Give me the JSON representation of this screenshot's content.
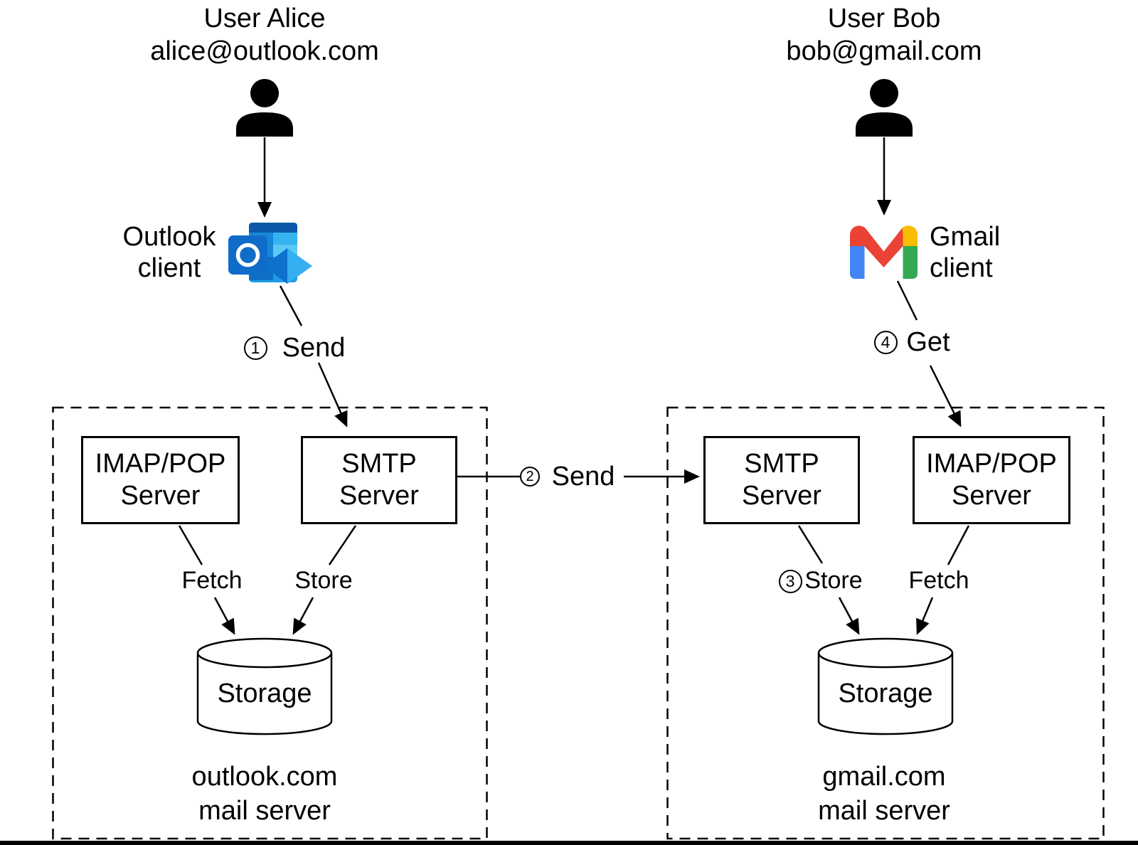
{
  "users": {
    "alice": {
      "name": "User Alice",
      "email": "alice@outlook.com"
    },
    "bob": {
      "name": "User Bob",
      "email": "bob@gmail.com"
    }
  },
  "clients": {
    "outlook": {
      "line1": "Outlook",
      "line2": "client"
    },
    "gmail": {
      "line1": "Gmail",
      "line2": "client"
    }
  },
  "steps": {
    "s1": {
      "num": "1",
      "label": "Send"
    },
    "s2": {
      "num": "2",
      "label": "Send"
    },
    "s3": {
      "num": "3",
      "label": "Store"
    },
    "s4": {
      "num": "4",
      "label": "Get"
    }
  },
  "outlook_server": {
    "imap_line1": "IMAP/POP",
    "imap_line2": "Server",
    "smtp_line1": "SMTP",
    "smtp_line2": "Server",
    "fetch": "Fetch",
    "store": "Store",
    "storage": "Storage",
    "caption_line1": "outlook.com",
    "caption_line2": "mail server"
  },
  "gmail_server": {
    "smtp_line1": "SMTP",
    "smtp_line2": "Server",
    "imap_line1": "IMAP/POP",
    "imap_line2": "Server",
    "store": "Store",
    "fetch": "Fetch",
    "storage": "Storage",
    "caption_line1": "gmail.com",
    "caption_line2": "mail server"
  },
  "icons": {
    "alice_person": "person-icon",
    "bob_person": "person-icon",
    "outlook_logo": "outlook-logo",
    "gmail_logo": "gmail-logo"
  },
  "colors": {
    "line": "#000000",
    "outlook_front": "#0f6cc8",
    "outlook_tile": "#28a8ea",
    "gmail_blue": "#4285F4",
    "gmail_red": "#EA4335",
    "gmail_yellow": "#FBBC04",
    "gmail_green": "#34A853"
  }
}
